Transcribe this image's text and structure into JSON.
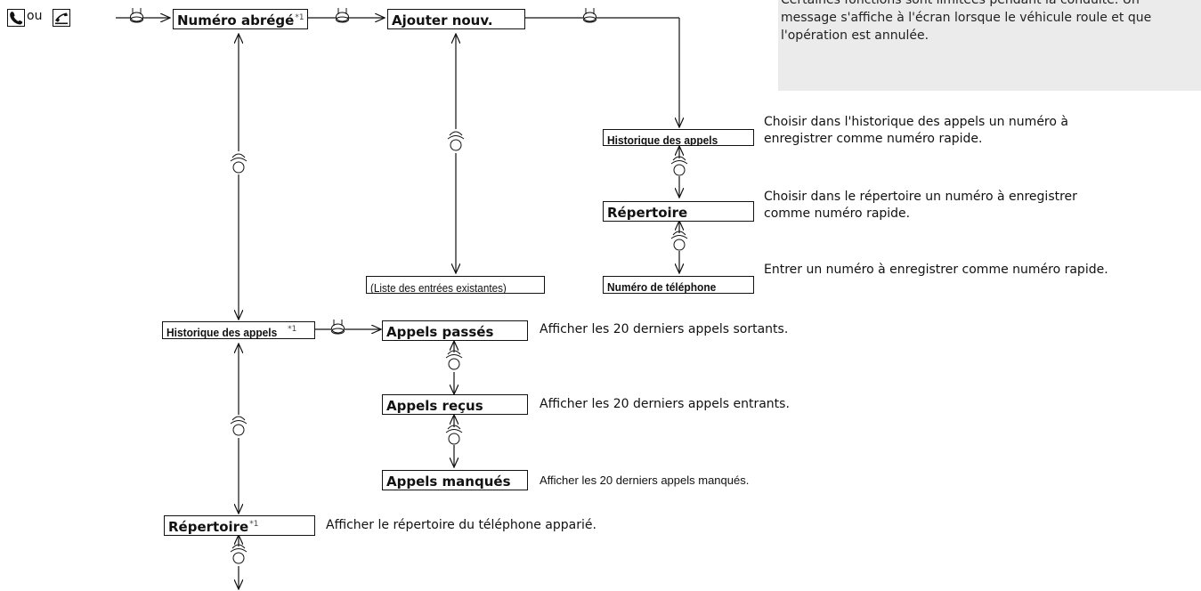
{
  "note": {
    "line1": "Certaines fonctions sont limitées pendant la conduite. Un",
    "line2": "message s'affiche à l'écran lorsque le véhicule roule et que",
    "line3": "l'opération est annulée."
  },
  "start": {
    "connector": "ou"
  },
  "superscript": "*1",
  "boxes": {
    "speed_dial": "Numéro abrégé",
    "add_new": "Ajouter nouv.",
    "existing_entries": "(Liste des entrées existantes)",
    "call_history_src": "Historique des appels",
    "phonebook_src": "Répertoire",
    "phone_number_src": "Numéro de téléphone",
    "call_history": "Historique des appels",
    "dialed": "Appels passés",
    "received": "Appels reçus",
    "missed": "Appels manqués",
    "phonebook": "Répertoire"
  },
  "descriptions": {
    "call_history_src_1": "Choisir dans l'historique des appels un numéro à",
    "call_history_src_2": "enregistrer comme numéro rapide.",
    "phonebook_src_1": "Choisir dans le répertoire un numéro à enregistrer",
    "phonebook_src_2": "comme numéro rapide.",
    "phone_number_src": "Entrer un numéro à enregistrer comme numéro rapide.",
    "dialed": "Afficher les 20 derniers appels sortants.",
    "received": "Afficher les 20 derniers appels entrants.",
    "missed": "Afficher les 20 derniers appels manqués.",
    "phonebook": "Afficher le répertoire du téléphone apparié."
  },
  "icons": {
    "select": "knob-press-icon",
    "rotate": "knob-rotate-icon",
    "phone": "phone-button-icon",
    "pickup": "pickup-button-icon"
  }
}
